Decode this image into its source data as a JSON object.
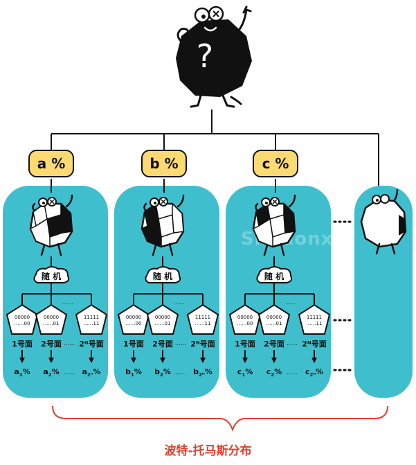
{
  "diagram": {
    "footer": "波特-托马斯分布",
    "watermark": "Shadonx",
    "random_label": "随 机",
    "ellipsis": "……",
    "question_mark": "?",
    "columns": [
      {
        "prob": "a %",
        "states": [
          "00000\n……00",
          "00000\n……01",
          "11111\n……11"
        ],
        "slots": [
          "1号面",
          "2号面",
          "2ᴺ号面"
        ],
        "outputs": [
          {
            "b": "a",
            "s": "1"
          },
          {
            "b": "a",
            "s": "2"
          },
          {
            "b": "a",
            "s": "2ᴺ"
          }
        ]
      },
      {
        "prob": "b %",
        "states": [
          "00000\n……00",
          "00000\n……01",
          "11111\n……11"
        ],
        "slots": [
          "1号面",
          "2号面",
          "2ᴺ号面"
        ],
        "outputs": [
          {
            "b": "b",
            "s": "1"
          },
          {
            "b": "b",
            "s": "2"
          },
          {
            "b": "b",
            "s": "2ᴺ"
          }
        ]
      },
      {
        "prob": "c %",
        "states": [
          "00000\n……00",
          "00000\n……01",
          "11111\n……11"
        ],
        "slots": [
          "1号面",
          "2号面",
          "2ᴺ号面"
        ],
        "outputs": [
          {
            "b": "c",
            "s": "1"
          },
          {
            "b": "c",
            "s": "2"
          },
          {
            "b": "c",
            "s": "2ᴺ"
          }
        ]
      }
    ]
  },
  "colors": {
    "panel": "#3fbfcd",
    "prob_box": "#fbd973",
    "brace": "#e0402a",
    "ink": "#111111"
  }
}
